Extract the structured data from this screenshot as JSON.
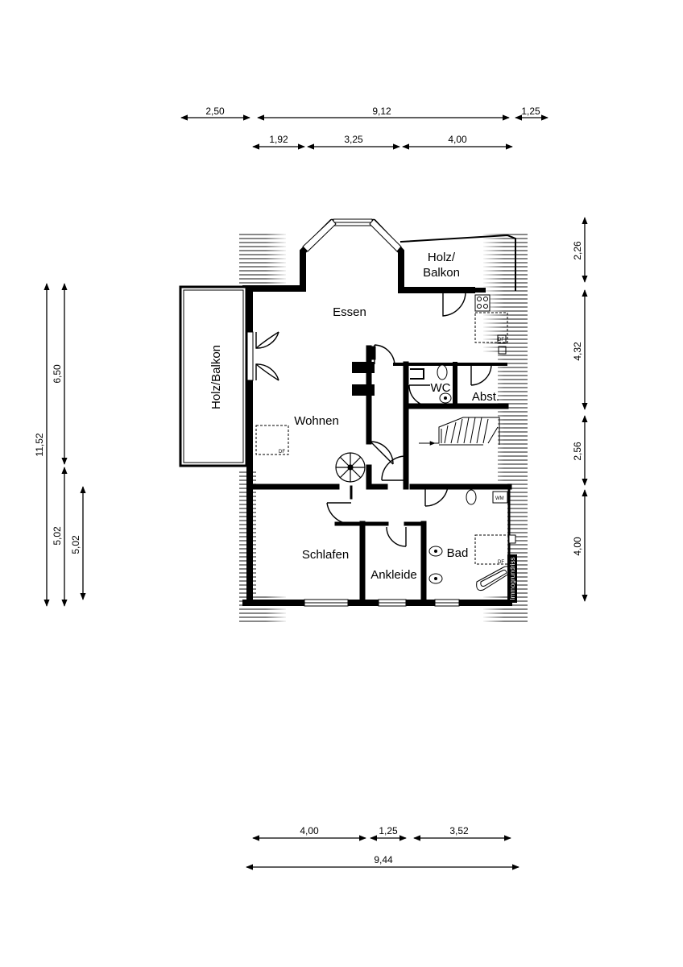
{
  "dimensions": {
    "top_row1": [
      "2,50",
      "9,12",
      "1,25"
    ],
    "top_row2": [
      "1,92",
      "3,25",
      "4,00"
    ],
    "right": [
      "2,26",
      "4,32",
      "2,56",
      "4,00"
    ],
    "left_outer": [
      "11,52",
      "5,02"
    ],
    "left_mid": [
      "6,50",
      "5,02"
    ],
    "bottom_row1": [
      "4,00",
      "1,25",
      "3,52"
    ],
    "bottom_row2": [
      "9,44"
    ]
  },
  "rooms": {
    "essen": "Essen",
    "holz_balkon_top_line1": "Holz/",
    "holz_balkon_top_line2": "Balkon",
    "holz_balkon_left": "Holz/Balkon",
    "wohnen": "Wohnen",
    "wc": "WC",
    "abst": "Abst.",
    "schlafen": "Schlafen",
    "ankleide": "Ankleide",
    "bad": "Bad"
  },
  "symbols": {
    "dachfenster": "DF",
    "waschmaschine": "WM"
  },
  "watermark": "Immogrundriss"
}
